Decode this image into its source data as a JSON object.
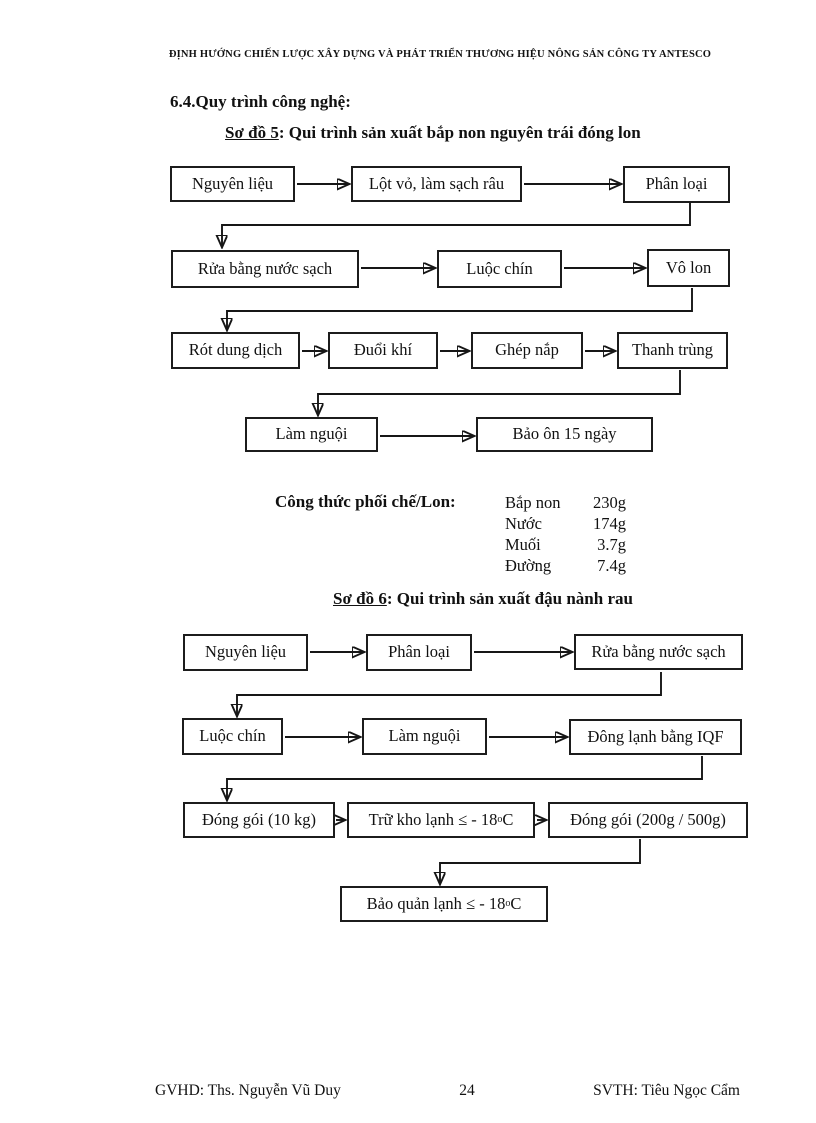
{
  "page": {
    "header": "ĐỊNH HƯỚNG CHIẾN LƯỢC XÂY DỰNG VÀ PHÁT TRIỂN THƯƠNG HIỆU NÔNG SẢN CÔNG TY ANTESCO",
    "section_heading": "6.4.Quy trình công nghệ:",
    "footer": {
      "left": "GVHD: Ths. Nguyễn Vũ Duy",
      "page_number": "24",
      "right": "SVTH: Tiêu Ngọc Cẩm"
    }
  },
  "diagram5": {
    "title_label": "Sơ đồ 5",
    "title_rest": ": Qui trình sản xuất bắp non nguyên trái đóng lon",
    "boxes": {
      "b1": "Nguyên liệu",
      "b2": "Lột vỏ, làm sạch râu",
      "b3": "Phân loại",
      "b4": "Rửa bằng nước sạch",
      "b5": "Luộc chín",
      "b6": "Vô lon",
      "b7": "Rót dung dịch",
      "b8": "Đuổi khí",
      "b9": "Ghép nắp",
      "b10": "Thanh trùng",
      "b11": "Làm nguội",
      "b12": "Bảo ôn 15 ngày"
    }
  },
  "formula": {
    "label": "Công thức phối chế/Lon:",
    "rows": [
      {
        "name": "Bắp non",
        "amount": "230g"
      },
      {
        "name": "Nước",
        "amount": "174g"
      },
      {
        "name": "Muối",
        "amount": "3.7g"
      },
      {
        "name": "Đường",
        "amount": "7.4g"
      }
    ]
  },
  "diagram6": {
    "title_label": "Sơ đồ 6",
    "title_rest": ": Qui trình sản xuất đậu nành rau",
    "boxes": {
      "c1": "Nguyên liệu",
      "c2": "Phân loại",
      "c3": "Rửa bằng nước sạch",
      "c4": "Luộc chín",
      "c5": "Làm nguội",
      "c6": "Đông lạnh bằng IQF",
      "c7": "Đóng gói (10 kg)",
      "c8": {
        "pre": "Trữ kho lạnh ≤ - 18",
        "sup": "o",
        "post": "C"
      },
      "c9": "Đóng gói (200g / 500g)",
      "c10": {
        "pre": "Bảo quản lạnh ≤ - 18",
        "sup": "o",
        "post": "C"
      }
    }
  }
}
